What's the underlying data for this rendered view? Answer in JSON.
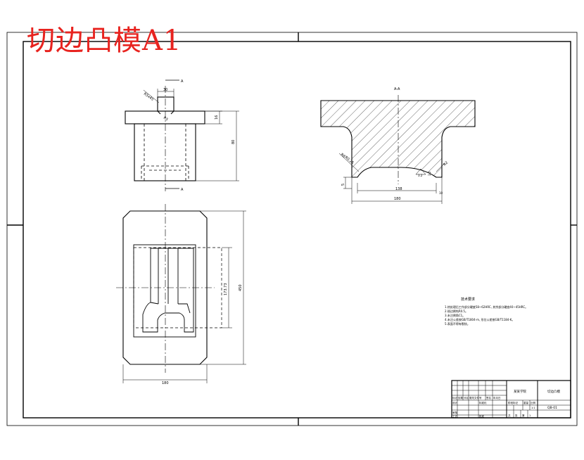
{
  "title": "切边凸模A1",
  "colors": {
    "title": "#e8231f",
    "line": "#000000"
  },
  "front_view": {
    "section_mark_top": "A",
    "section_mark_bottom": "A",
    "dim_top_width": "30",
    "dim_chamfer": "R5x45",
    "dim_chamfer2": "R5",
    "dim_flange": "16",
    "dim_height": "80"
  },
  "section_view": {
    "label": "A-A",
    "dim_fillet_left": "R8",
    "dim_fillet_left2": "R0.25",
    "dim_fillet_right": "R2",
    "dim_inner_width": "138",
    "dim_total_width": "180",
    "dim_depth": "5",
    "dim_side": "10",
    "dim_rough_1": "3.2",
    "dim_rough_2": "3.2"
  },
  "top_view": {
    "dim_inner_height": "173.73",
    "dim_total_height": "450",
    "dim_width": "180"
  },
  "tech_requirements": {
    "heading": "技术要求",
    "items": [
      "1.热处理后工作部分硬度58~62HRC, 其余部分硬度40~45HRC。",
      "2.锐边倒钝R0.5。",
      "3.未注倒角C1。",
      "4.未注公差按GB/T1804-m, 形位公差按GB/T1184-K。",
      "5.表面不得有裂纹。"
    ]
  },
  "title_block": {
    "name": "切边凸模",
    "school": "某某学院",
    "drawing_no": "QB-01",
    "scale": "1:1",
    "sheet": "1",
    "labels": [
      "标记",
      "处数",
      "分区",
      "更改文件号",
      "签名",
      "年月日",
      "设计",
      "审核",
      "工艺",
      "批准",
      "标准化",
      "阶段标记",
      "重量",
      "比例",
      "共",
      "张",
      "第"
    ]
  }
}
